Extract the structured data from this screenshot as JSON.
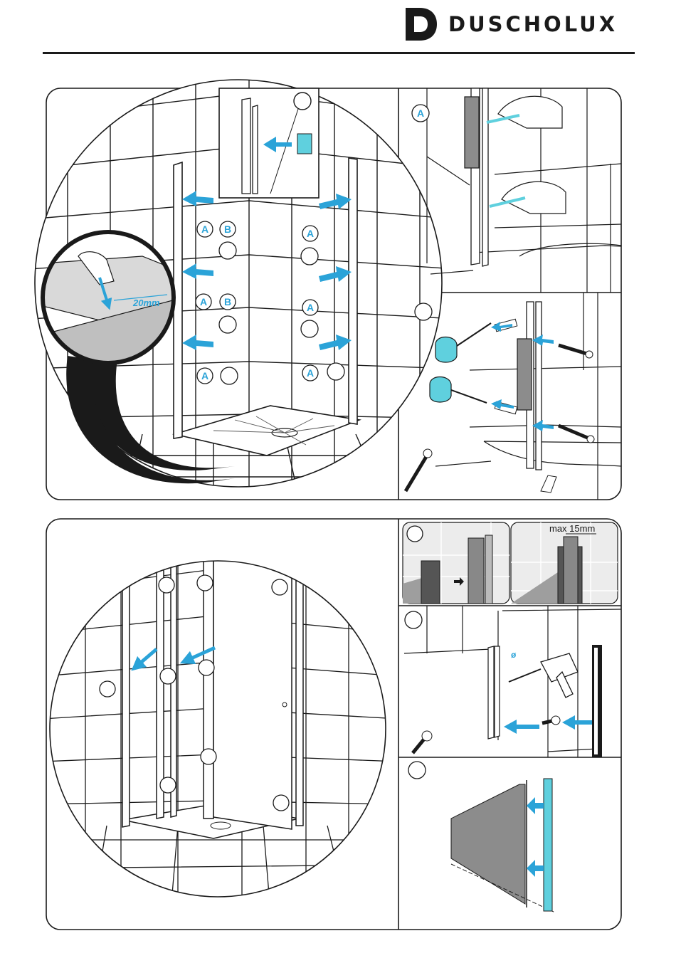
{
  "brand": {
    "name": "DUSCHOLUX",
    "logo_letter": "D"
  },
  "panel1": {
    "top_step_label": "",
    "dimension": "20mm",
    "labels": [
      "A",
      "B",
      "A",
      "A",
      "B",
      "A",
      "A",
      "A"
    ]
  },
  "panel2": {
    "label": "A"
  },
  "panel5": {
    "max_text": "max 15mm"
  },
  "panel6": {
    "diameter_symbol": "ø"
  },
  "colors": {
    "accent": "#2ba3d8",
    "cyan_bar": "#5fd0de",
    "line": "#1a1a1a",
    "glass_gray": "#8c8c8c"
  }
}
